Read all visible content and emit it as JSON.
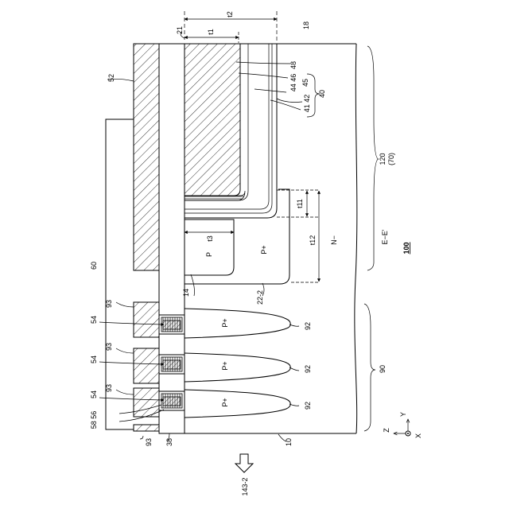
{
  "figure": {
    "section_label": "E−E'",
    "figure_number": "100",
    "dimensions": {
      "t1": "t1",
      "t2": "t2",
      "t3": "t3",
      "t11": "t11",
      "t12": "t12"
    },
    "labels": {
      "n18": "18",
      "n21": "21",
      "n48": "48",
      "n44_46": "44 46",
      "n45": "45",
      "n40": "40",
      "n41_42": "41 42",
      "n52": "52",
      "n60": "60",
      "n120": "120",
      "n70": "(70)",
      "n_minus": "N−",
      "p_plus_22": "P+",
      "p_14": "P",
      "n14": "14",
      "n22_2": "22-2",
      "n93a": "93",
      "n93b": "93",
      "n93c": "93",
      "n93d": "93",
      "n54a": "54",
      "n54b": "54",
      "n54c": "54",
      "n58_56": "58 56",
      "n38": "38",
      "n10": "10",
      "n92a": "92",
      "n92b": "92",
      "n92c": "92",
      "p_plus_92a": "P+",
      "p_plus_92b": "P+",
      "p_plus_92c": "P+",
      "n90": "90",
      "arrow_143": "143-2"
    },
    "axes": {
      "y": "Y",
      "z": "Z",
      "x": "X"
    }
  }
}
